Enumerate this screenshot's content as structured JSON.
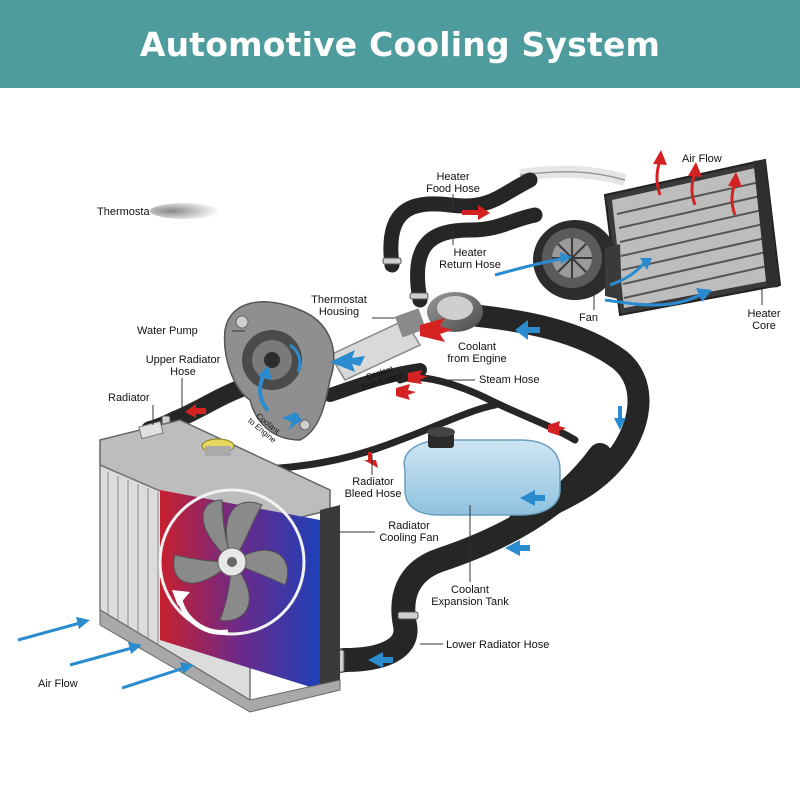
{
  "title": "Automotive Cooling System",
  "colors": {
    "banner": "#4e9c9e",
    "hot": "#d42222",
    "cold": "#2a8ccf",
    "hose": "#262626"
  },
  "labels": {
    "thermostat": "Thermosta",
    "heater_food_hose_1": "Heater",
    "heater_food_hose_2": "Food Hose",
    "heater_return_hose_1": "Heater",
    "heater_return_hose_2": "Return Hose",
    "air_flow_top": "Air Flow",
    "thermostat_housing_1": "Thermostat",
    "thermostat_housing_2": "Housing",
    "water_pump": "Water Pump",
    "coolant_from_engine_1": "Coolant",
    "coolant_from_engine_2": "from Engine",
    "upper_radiator_hose_1": "Upper Radiator",
    "upper_radiator_hose_2": "Hose",
    "coolant_from_engine_small_1": "Coolant",
    "coolant_from_engine_small_2": "from Engine",
    "steam_hose": "Steam Hose",
    "radiator": "Radiator",
    "coolant_to_engine_1": "Coolant",
    "coolant_to_engine_2": "to Engine",
    "fan": "Fan",
    "heater_core_1": "Heater",
    "heater_core_2": "Core",
    "radiator_bleed_hose_1": "Radiator",
    "radiator_bleed_hose_2": "Bleed Hose",
    "radiator_cooling_fan_1": "Radiator",
    "radiator_cooling_fan_2": "Cooling Fan",
    "coolant_expansion_tank_1": "Coolant",
    "coolant_expansion_tank_2": "Expansion Tank",
    "lower_radiator_hose": "Lower Radiator Hose",
    "air_flow_bottom": "Air Flow"
  }
}
